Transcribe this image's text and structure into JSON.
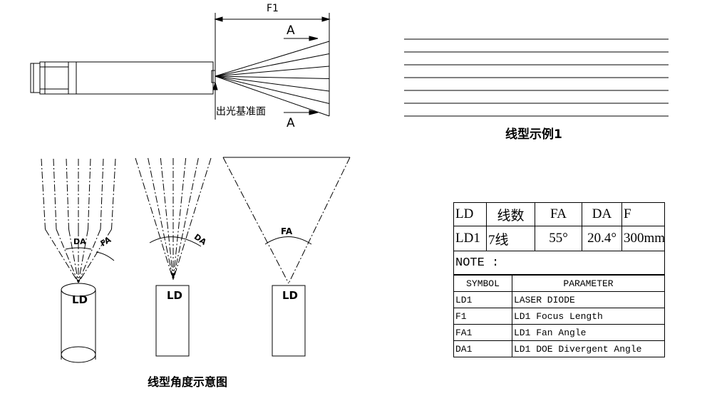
{
  "top_diagram": {
    "dimension_label": "F1",
    "section_label_top": "A",
    "section_label_bottom": "A",
    "reference_plane_label": "出光基准面"
  },
  "line_example": {
    "caption": "线型示例1",
    "line_count": 7
  },
  "angle_diagrams": {
    "caption": "线型角度示意图",
    "left": {
      "ld_label": "LD",
      "da_label": "DA",
      "fa_label": "FA"
    },
    "middle": {
      "ld_label": "LD",
      "da_label": "DA"
    },
    "right": {
      "ld_label": "LD",
      "fa_label": "FA"
    }
  },
  "spec_table": {
    "headers": [
      "LD",
      "线数",
      "FA",
      "DA",
      "F"
    ],
    "values": [
      "LD1",
      "7线",
      "55°",
      "20.4°",
      "300mm"
    ],
    "note_label": "NOTE :",
    "param_headers": {
      "symbol": "SYMBOL",
      "parameter": "PARAMETER"
    },
    "params": [
      {
        "symbol": "LD1",
        "parameter": "LASER DIODE"
      },
      {
        "symbol": "F1",
        "parameter": "LD1 Focus Length"
      },
      {
        "symbol": "FA1",
        "parameter": "LD1 Fan Angle"
      },
      {
        "symbol": "DA1",
        "parameter": "LD1 DOE Divergent Angle"
      }
    ]
  }
}
